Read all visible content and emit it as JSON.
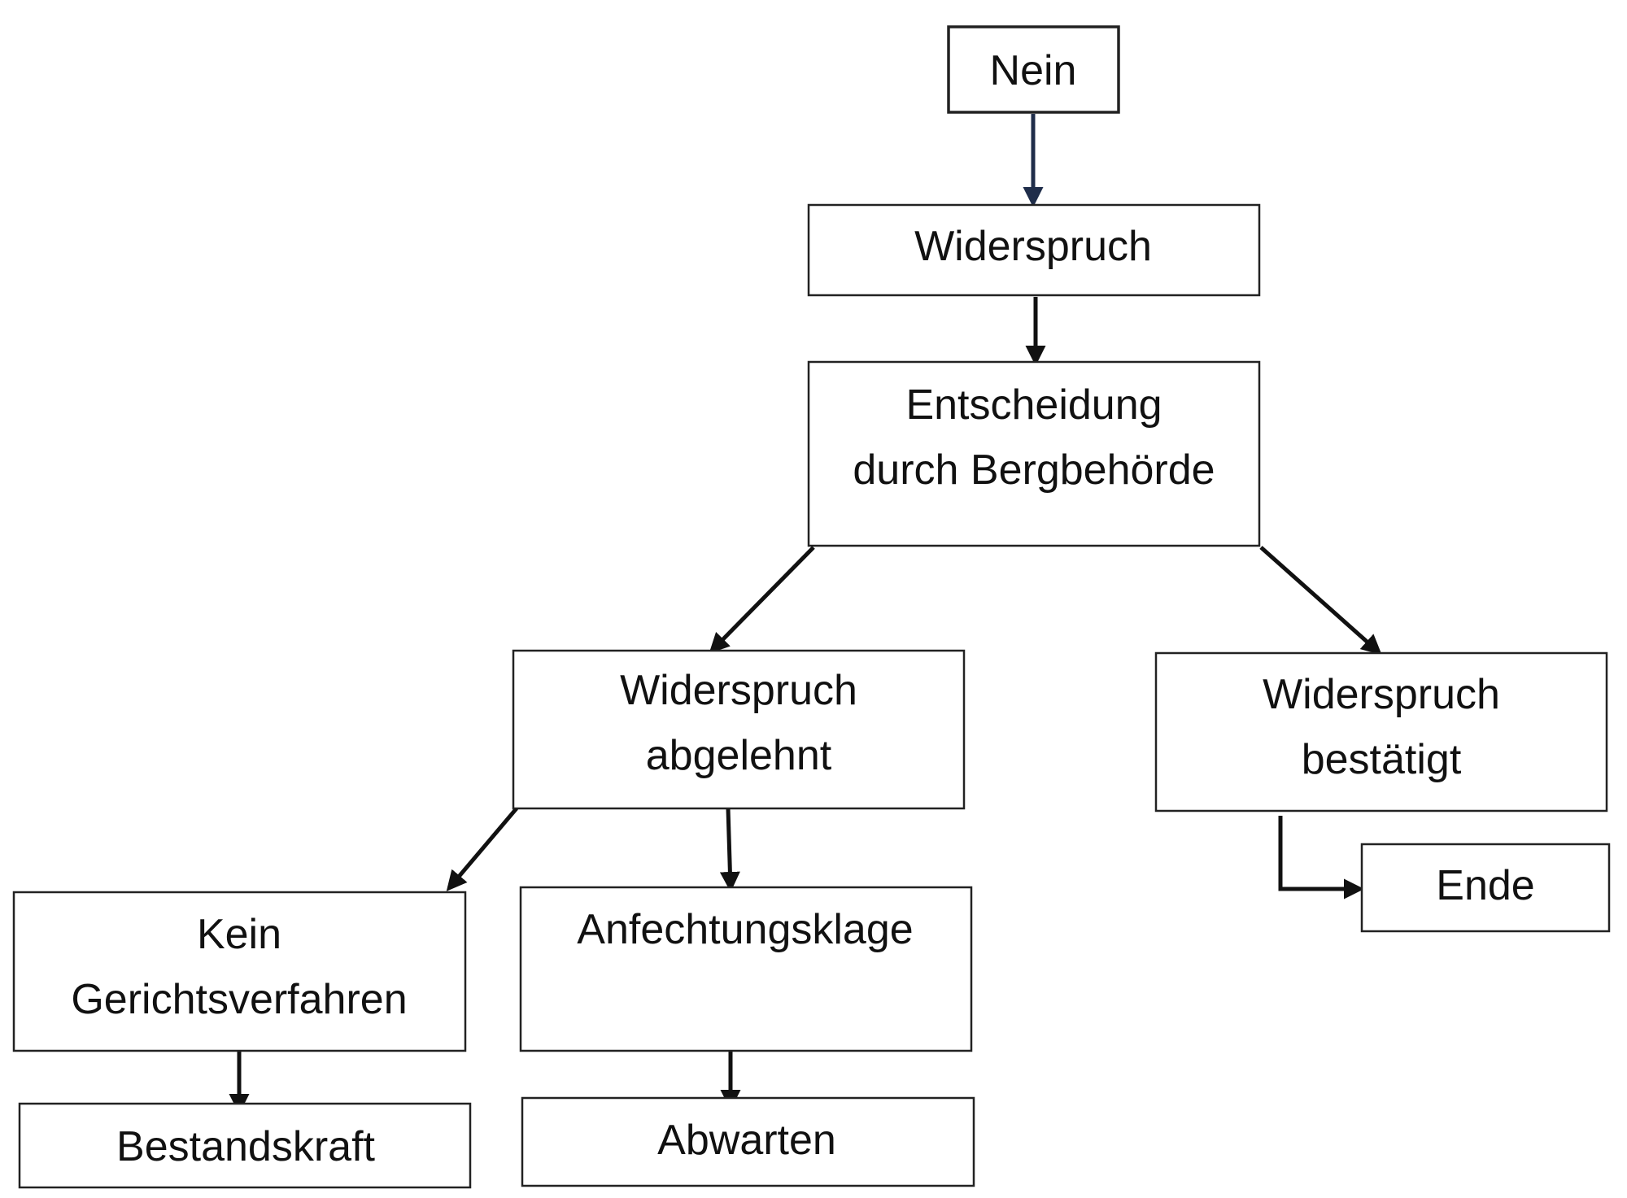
{
  "diagram": {
    "nodes": {
      "nein": [
        "Nein"
      ],
      "widerspruch": [
        "Widerspruch"
      ],
      "entscheidung": [
        "Entscheidung",
        "durch Bergbehörde"
      ],
      "abgelehnt": [
        "Widerspruch",
        "abgelehnt"
      ],
      "bestaetigt": [
        "Widerspruch",
        "bestätigt"
      ],
      "ende": [
        "Ende"
      ],
      "kein": [
        "Kein",
        "Gerichtsverfahren"
      ],
      "anfechtung": [
        "Anfechtungsklage"
      ],
      "bestandskraft": [
        "Bestandskraft"
      ],
      "abwarten": [
        "Abwarten"
      ]
    },
    "edges": [
      {
        "from": "nein",
        "to": "widerspruch"
      },
      {
        "from": "widerspruch",
        "to": "entscheidung"
      },
      {
        "from": "entscheidung",
        "to": "abgelehnt"
      },
      {
        "from": "entscheidung",
        "to": "bestaetigt"
      },
      {
        "from": "abgelehnt",
        "to": "kein"
      },
      {
        "from": "abgelehnt",
        "to": "anfechtung"
      },
      {
        "from": "kein",
        "to": "bestandskraft"
      },
      {
        "from": "anfechtung",
        "to": "abwarten"
      },
      {
        "from": "bestaetigt",
        "to": "ende"
      }
    ],
    "colors": {
      "first_arrow": "#1f2d4a",
      "arrow": "#111111",
      "box_border": "#222222"
    }
  }
}
